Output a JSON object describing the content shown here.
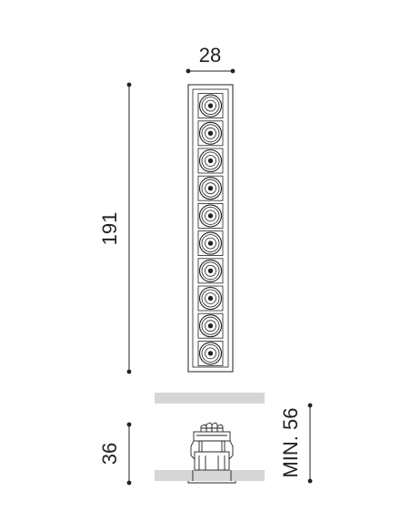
{
  "dimensions": {
    "width": "28",
    "length": "191",
    "height": "36",
    "min_ceiling": "MIN. 56"
  },
  "luminaire": {
    "led_module_count": 10
  },
  "colors": {
    "line": "#222222",
    "ceiling": "#d6d6d6",
    "page": "#ffffff"
  }
}
